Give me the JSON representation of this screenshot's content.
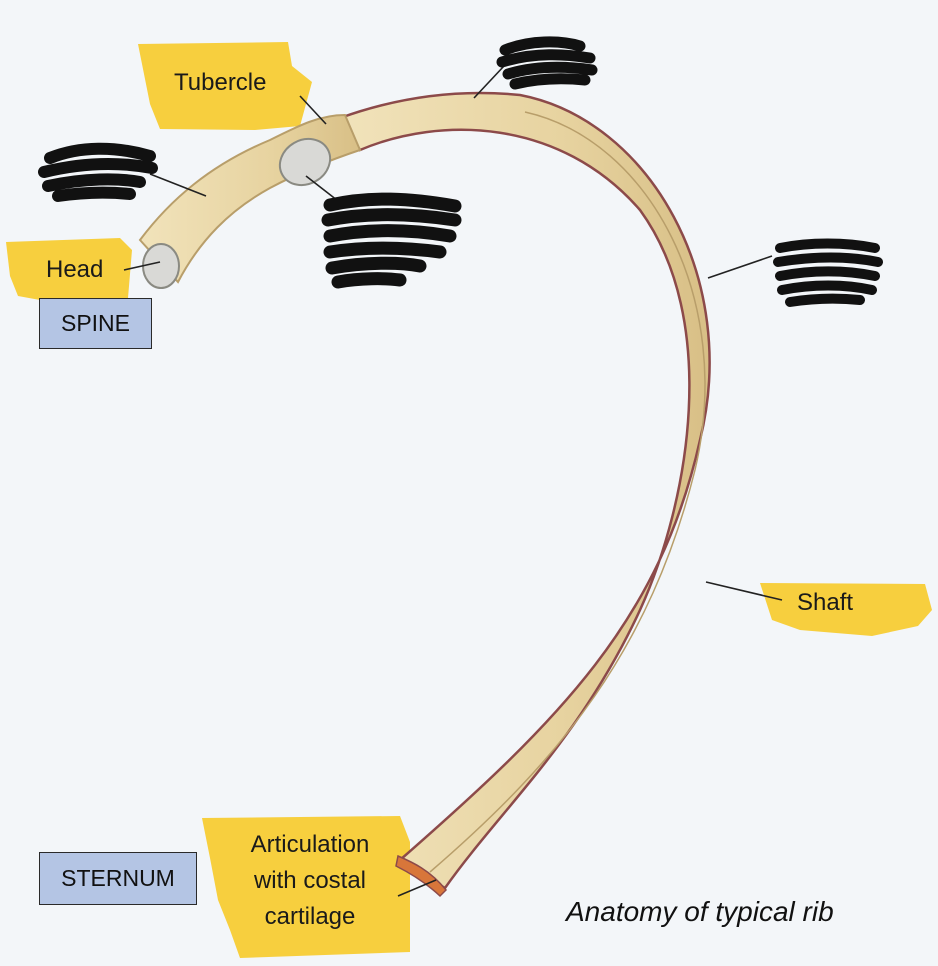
{
  "labels": {
    "tubercle": "Tubercle",
    "head": "Head",
    "shaft": "Shaft",
    "articulation_line1": "Articulation",
    "articulation_line2": "with costal",
    "articulation_line3": "cartilage"
  },
  "boxes": {
    "spine": "SPINE",
    "sternum": "STERNUM"
  },
  "caption": "Anatomy of typical rib",
  "colors": {
    "background": "#f3f6f9",
    "highlight": "#f7cc34",
    "box_fill": "#b4c5e4",
    "bone": "#ead8a7",
    "bone_outline": "#8c4a4a",
    "scribble": "#111111"
  }
}
